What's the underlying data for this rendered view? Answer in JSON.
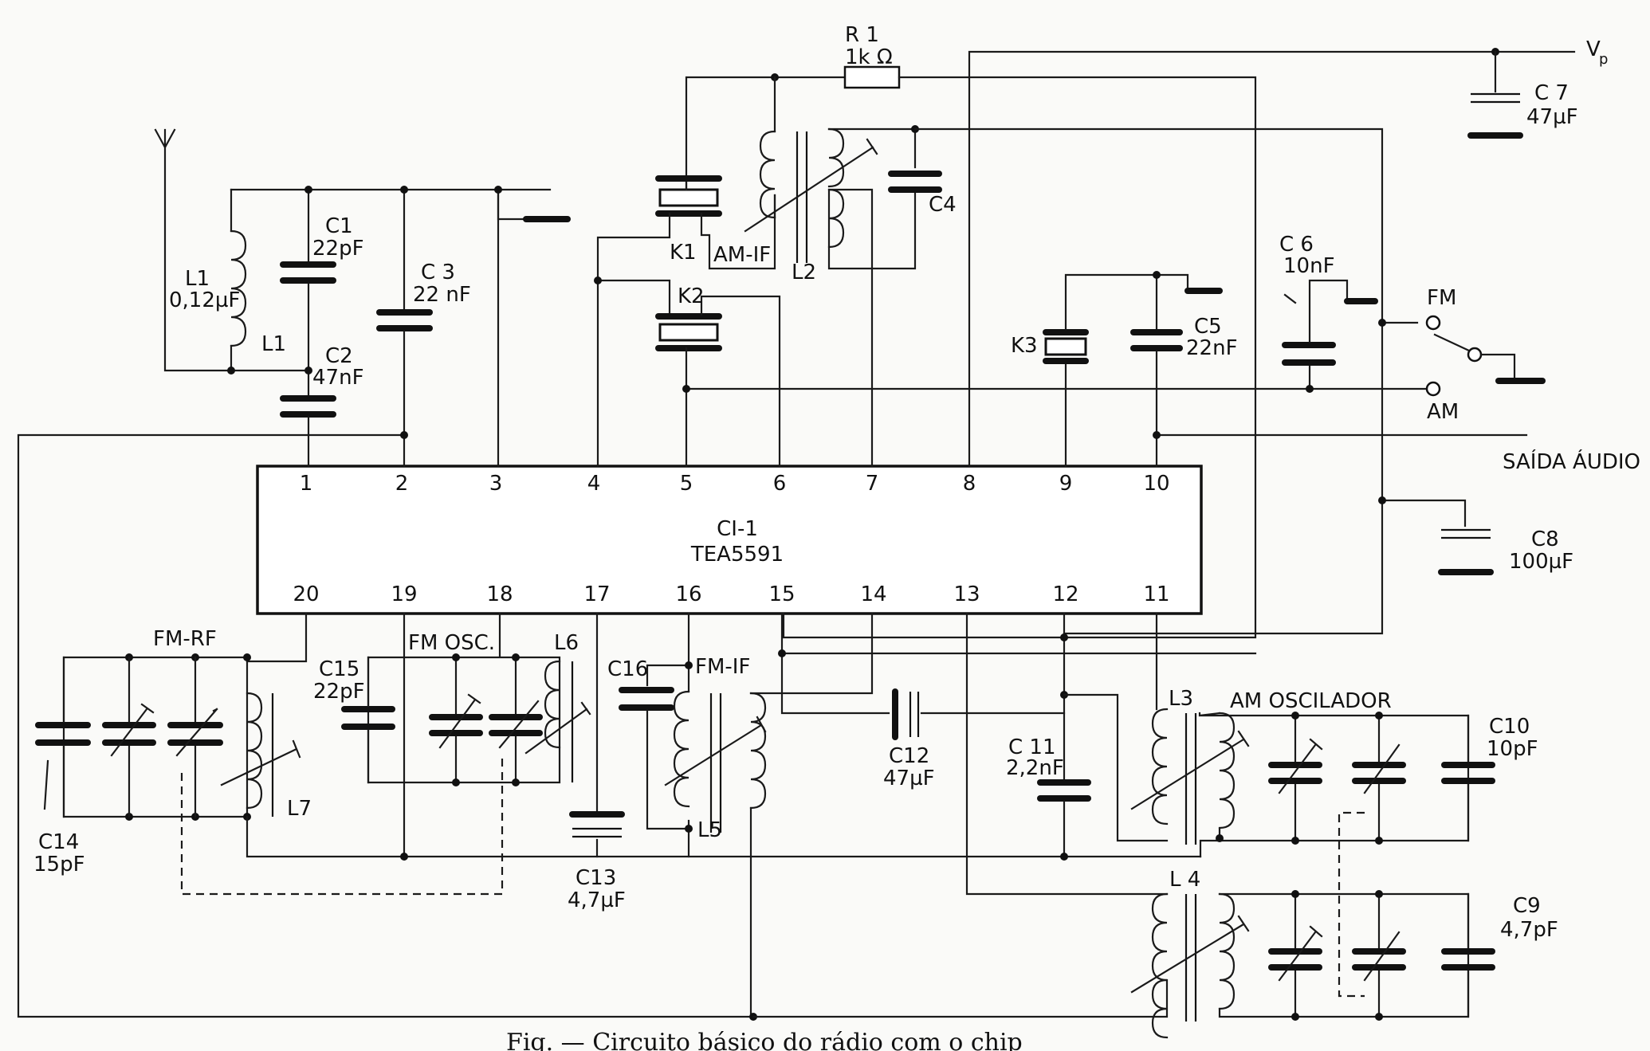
{
  "ic": {
    "name": "CI-1",
    "part": "TEA5591"
  },
  "pins_top": [
    "1",
    "2",
    "3",
    "4",
    "5",
    "6",
    "7",
    "8",
    "9",
    "10"
  ],
  "pins_bottom": [
    "20",
    "19",
    "18",
    "17",
    "16",
    "15",
    "14",
    "13",
    "12",
    "11"
  ],
  "components": {
    "L1": {
      "name": "L1",
      "value": "0,12µF",
      "label2": "L1"
    },
    "C1": {
      "name": "C1",
      "value": "22pF"
    },
    "C2": {
      "name": "C2",
      "value": "47nF"
    },
    "C3": {
      "name": "C 3",
      "value": "22 nF"
    },
    "R1": {
      "name": "R 1",
      "value": "1k Ω"
    },
    "K1": {
      "name": "K1"
    },
    "K2": {
      "name": "K2"
    },
    "AMIF": {
      "name": "AM-IF"
    },
    "L2": {
      "name": "L2"
    },
    "C4": {
      "name": "C4"
    },
    "C7": {
      "name": "C 7",
      "value": "47µF"
    },
    "C6": {
      "name": "C 6",
      "value": "10nF"
    },
    "K3": {
      "name": "K3"
    },
    "C5": {
      "name": "C5",
      "value": "22nF"
    },
    "C8": {
      "name": "C8",
      "value": "100µF"
    },
    "FMRF": {
      "name": "FM-RF"
    },
    "C14": {
      "name": "C14",
      "value": "15pF"
    },
    "L7": {
      "name": "L7"
    },
    "C15": {
      "name": "C15",
      "value": "22pF"
    },
    "FMOSC": {
      "name": "FM OSC."
    },
    "L6": {
      "name": "L6"
    },
    "C13": {
      "name": "C13",
      "value": "4,7µF"
    },
    "C16": {
      "name": "C16"
    },
    "FMIF": {
      "name": "FM-IF"
    },
    "L5": {
      "name": "L5"
    },
    "C12": {
      "name": "C12",
      "value": "47µF"
    },
    "C11": {
      "name": "C 11",
      "value": "2,2nF"
    },
    "L3": {
      "name": "L3"
    },
    "AMOSC": {
      "name": "AM OSCILADOR"
    },
    "C10": {
      "name": "C10",
      "value": "10pF"
    },
    "L4": {
      "name": "L 4"
    },
    "C9": {
      "name": "C9",
      "value": "4,7pF"
    }
  },
  "terminals": {
    "vp": "V",
    "vp_sub": "p",
    "fm": "FM",
    "am": "AM",
    "audio": "SAÍDA ÁUDIO"
  },
  "caption": "Fig. — Circuito básico do rádio com o chip"
}
